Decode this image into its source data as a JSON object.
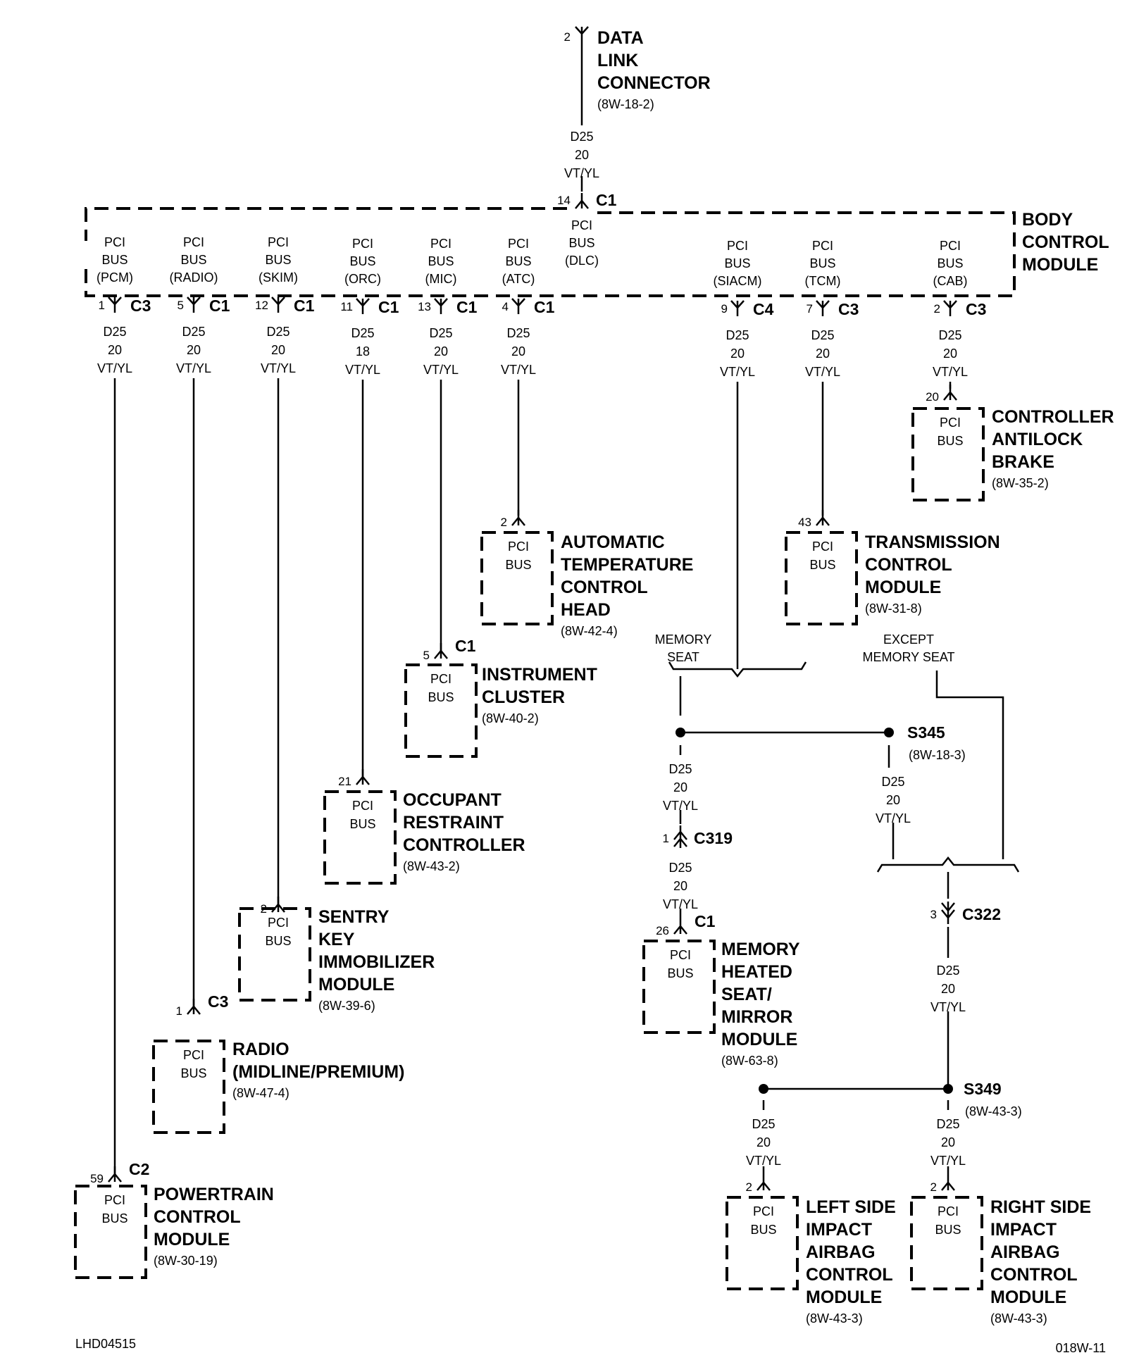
{
  "dlc": {
    "pin": "2",
    "name": [
      "DATA",
      "LINK",
      "CONNECTOR"
    ],
    "ref": "(8W-18-2)",
    "wire": [
      "D25",
      "20",
      "VT/YL"
    ],
    "bcm_pin": "14",
    "bcm_conn": "C1"
  },
  "bcm": {
    "name": [
      "BODY",
      "CONTROL",
      "MODULE"
    ],
    "dlc_port": [
      "PCI",
      "BUS",
      "(DLC)"
    ]
  },
  "ports": [
    {
      "lines": [
        "PCI",
        "BUS",
        "(PCM)"
      ],
      "pin": "1",
      "conn": "C3",
      "wire": [
        "D25",
        "20",
        "VT/YL"
      ]
    },
    {
      "lines": [
        "PCI",
        "BUS",
        "(RADIO)"
      ],
      "pin": "5",
      "conn": "C1",
      "wire": [
        "D25",
        "20",
        "VT/YL"
      ]
    },
    {
      "lines": [
        "PCI",
        "BUS",
        "(SKIM)"
      ],
      "pin": "12",
      "conn": "C1",
      "wire": [
        "D25",
        "20",
        "VT/YL"
      ]
    },
    {
      "lines": [
        "PCI",
        "BUS",
        "(ORC)"
      ],
      "pin": "11",
      "conn": "C1",
      "wire": [
        "D25",
        "18",
        "VT/YL"
      ]
    },
    {
      "lines": [
        "PCI",
        "BUS",
        "(MIC)"
      ],
      "pin": "13",
      "conn": "C1",
      "wire": [
        "D25",
        "20",
        "VT/YL"
      ]
    },
    {
      "lines": [
        "PCI",
        "BUS",
        "(ATC)"
      ],
      "pin": "4",
      "conn": "C1",
      "wire": [
        "D25",
        "20",
        "VT/YL"
      ]
    },
    {
      "lines": [
        "PCI",
        "BUS",
        "(SIACM)"
      ],
      "pin": "9",
      "conn": "C4",
      "wire": [
        "D25",
        "20",
        "VT/YL"
      ]
    },
    {
      "lines": [
        "PCI",
        "BUS",
        "(TCM)"
      ],
      "pin": "7",
      "conn": "C3",
      "wire": [
        "D25",
        "20",
        "VT/YL"
      ]
    },
    {
      "lines": [
        "PCI",
        "BUS",
        "(CAB)"
      ],
      "pin": "2",
      "conn": "C3",
      "wire": [
        "D25",
        "20",
        "VT/YL"
      ]
    }
  ],
  "modules": [
    {
      "id": "cab",
      "pin": "20",
      "conn": "",
      "port": [
        "PCI",
        "BUS"
      ],
      "name": [
        "CONTROLLER",
        "ANTILOCK",
        "BRAKE"
      ],
      "ref": "(8W-35-2)"
    },
    {
      "id": "atc",
      "pin": "2",
      "conn": "",
      "port": [
        "PCI",
        "BUS"
      ],
      "name": [
        "AUTOMATIC",
        "TEMPERATURE",
        "CONTROL",
        "HEAD"
      ],
      "ref": "(8W-42-4)"
    },
    {
      "id": "tcm",
      "pin": "43",
      "conn": "",
      "port": [
        "PCI",
        "BUS"
      ],
      "name": [
        "TRANSMISSION",
        "CONTROL",
        "MODULE"
      ],
      "ref": "(8W-31-8)"
    },
    {
      "id": "mic",
      "pin": "5",
      "conn": "C1",
      "port": [
        "PCI",
        "BUS"
      ],
      "name": [
        "INSTRUMENT",
        "CLUSTER"
      ],
      "ref": "(8W-40-2)"
    },
    {
      "id": "orc",
      "pin": "21",
      "conn": "",
      "port": [
        "PCI",
        "BUS"
      ],
      "name": [
        "OCCUPANT",
        "RESTRAINT",
        "CONTROLLER"
      ],
      "ref": "(8W-43-2)"
    },
    {
      "id": "skim",
      "pin": "2",
      "conn": "",
      "port": [
        "PCI",
        "BUS"
      ],
      "name": [
        "SENTRY",
        "KEY",
        "IMMOBILIZER",
        "MODULE"
      ],
      "ref": "(8W-39-6)"
    },
    {
      "id": "radio",
      "pin": "1",
      "conn": "C3",
      "port": [
        "PCI",
        "BUS"
      ],
      "name": [
        "RADIO",
        "(MIDLINE/PREMIUM)"
      ],
      "ref": "(8W-47-4)"
    },
    {
      "id": "pcm",
      "pin": "59",
      "conn": "C2",
      "port": [
        "PCI",
        "BUS"
      ],
      "name": [
        "POWERTRAIN",
        "CONTROL",
        "MODULE"
      ],
      "ref": "(8W-30-19)"
    },
    {
      "id": "mhsm",
      "pin": "26",
      "conn": "C1",
      "port": [
        "PCI",
        "BUS"
      ],
      "name": [
        "MEMORY",
        "HEATED",
        "SEAT/",
        "MIRROR",
        "MODULE"
      ],
      "ref": "(8W-63-8)"
    },
    {
      "id": "lsiab",
      "pin": "2",
      "conn": "",
      "port": [
        "PCI",
        "BUS"
      ],
      "name": [
        "LEFT SIDE",
        "IMPACT",
        "AIRBAG",
        "CONTROL",
        "MODULE"
      ],
      "ref": "(8W-43-3)"
    },
    {
      "id": "rsiab",
      "pin": "2",
      "conn": "",
      "port": [
        "PCI",
        "BUS"
      ],
      "name": [
        "RIGHT SIDE",
        "IMPACT",
        "AIRBAG",
        "CONTROL",
        "MODULE"
      ],
      "ref": "(8W-43-3)"
    }
  ],
  "options": {
    "memory": [
      "MEMORY",
      "SEAT"
    ],
    "except": [
      "EXCEPT",
      "MEMORY SEAT"
    ]
  },
  "splices": [
    {
      "id": "S345",
      "ref": "(8W-18-3)"
    },
    {
      "id": "S349",
      "ref": "(8W-43-3)"
    }
  ],
  "inline": [
    {
      "pin": "1",
      "conn": "C319"
    },
    {
      "pin": "3",
      "conn": "C322"
    }
  ],
  "wires": {
    "mem_upper": [
      "D25",
      "20",
      "VT/YL"
    ],
    "mem_lower": [
      "D25",
      "20",
      "VT/YL"
    ],
    "s345_down": [
      "D25",
      "20",
      "VT/YL"
    ],
    "c322_down": [
      "D25",
      "20",
      "VT/YL"
    ],
    "lsiab": [
      "D25",
      "20",
      "VT/YL"
    ],
    "rsiab": [
      "D25",
      "20",
      "VT/YL"
    ]
  },
  "footer": {
    "left": "LHD04515",
    "right": "018W-11"
  }
}
